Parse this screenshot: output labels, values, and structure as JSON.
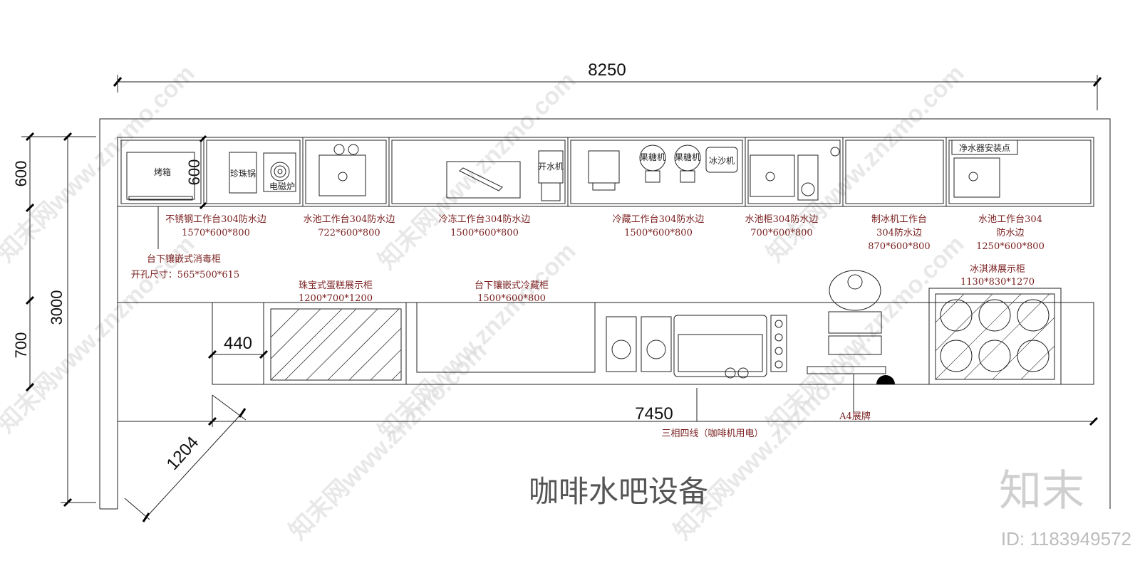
{
  "dimensions": {
    "top_width": "8250",
    "left_600": "600",
    "left_700": "700",
    "left_3000": "3000",
    "inner_600": "600",
    "gap_440": "440",
    "bottom_7450": "7450",
    "diag_1204": "1204"
  },
  "back_counters": [
    {
      "name": "不锈钢工作台304防水边",
      "size": "1570*600*800"
    },
    {
      "name": "水池工作台304防水边",
      "size": "722*600*800"
    },
    {
      "name": "冷冻工作台304防水边",
      "size": "1500*600*800"
    },
    {
      "name": "冷藏工作台304防水边",
      "size": "1500*600*800"
    },
    {
      "name": "水池柜304防水边",
      "size": "700*600*800"
    },
    {
      "name_line1": "制冰机工作台",
      "name_line2": "304防水边",
      "size": "870*600*800"
    },
    {
      "name_line1": "水池工作台304",
      "name_line2": "防水边",
      "size": "1250*600*800"
    }
  ],
  "equipment": {
    "oven": "烤箱",
    "pearl_pot": "珍珠锅",
    "induction": "电磁炉",
    "water_boiler": "开水机",
    "syrup1": "果糖机",
    "syrup2": "果糖机",
    "slush": "冰沙机",
    "purifier": "净水器安装点"
  },
  "notes": {
    "sterilizer_line1": "台下镶嵌式消毒柜",
    "sterilizer_line2": "开孔尺寸：565*500*615",
    "cake_title": "珠宝式蛋糕展示柜",
    "cake_size": "1200*700*1200",
    "fridge_title": "台下镶嵌式冷藏柜",
    "fridge_size": "1500*600*800",
    "icecream_title": "冰淇淋展示柜",
    "icecream_size": "1130*830*1270",
    "a4": "A4展牌",
    "power": "三相四线（咖啡机用电）"
  },
  "drawing_title": "咖啡水吧设备",
  "logo": "知末",
  "id_label": "ID: 1183949572",
  "watermark": "知末网www.znzmo.com"
}
